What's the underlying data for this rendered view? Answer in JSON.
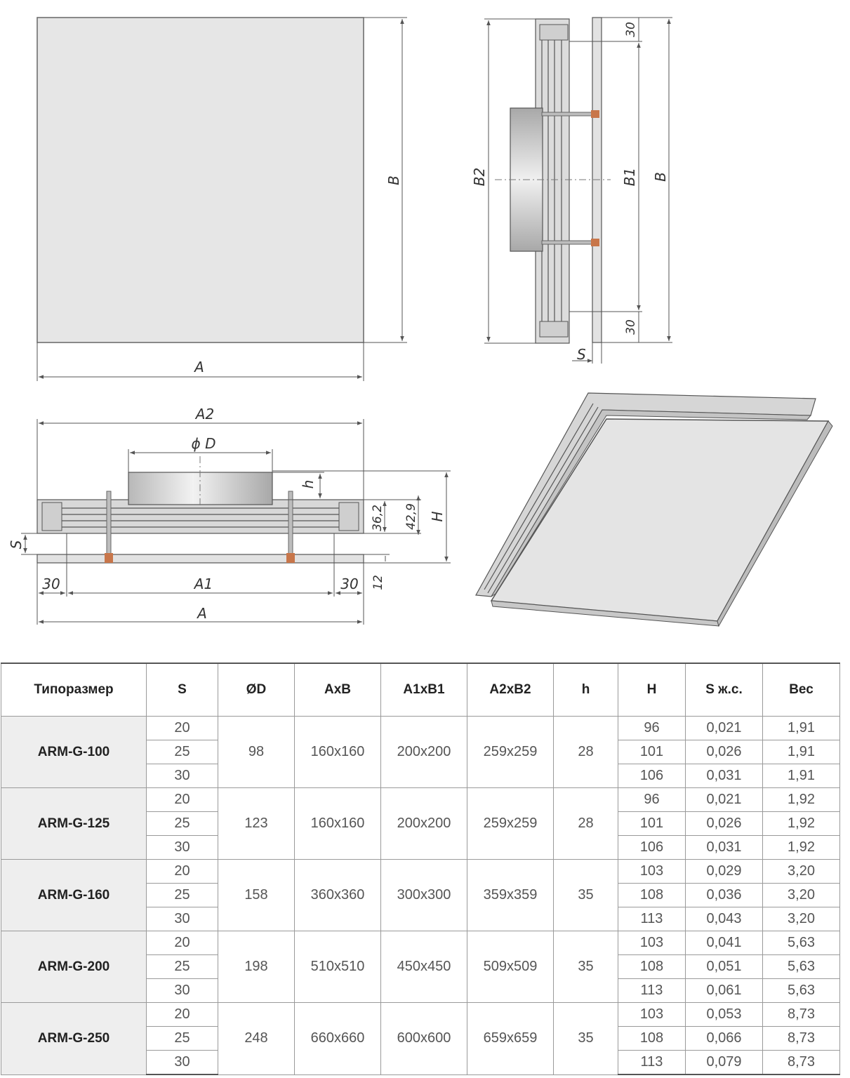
{
  "drawing": {
    "labels": {
      "A": "A",
      "B": "B",
      "A1": "A1",
      "A2": "A2",
      "B1": "B1",
      "B2": "B2",
      "S": "S",
      "H": "H",
      "h": "h",
      "D": "ϕ D",
      "d30": "30",
      "d36": "36,2",
      "d42": "42,9",
      "d12": "12"
    },
    "colors": {
      "panel": "#e6e6e6",
      "frame": "#d8d8d8",
      "copper": "#c8764a",
      "line": "#555555"
    }
  },
  "table": {
    "headers": [
      "Типоразмер",
      "S",
      "ØD",
      "AxB",
      "A1xB1",
      "A2xB2",
      "h",
      "H",
      "S ж.с.",
      "Вес"
    ],
    "models": [
      {
        "name": "ARM-G-100",
        "d": "98",
        "ab": "160x160",
        "a1b1": "200x200",
        "a2b2": "259x259",
        "h": "28",
        "rows": [
          {
            "s": "20",
            "H": "96",
            "sjs": "0,021",
            "w": "1,91"
          },
          {
            "s": "25",
            "H": "101",
            "sjs": "0,026",
            "w": "1,91"
          },
          {
            "s": "30",
            "H": "106",
            "sjs": "0,031",
            "w": "1,91"
          }
        ]
      },
      {
        "name": "ARM-G-125",
        "d": "123",
        "ab": "160x160",
        "a1b1": "200x200",
        "a2b2": "259x259",
        "h": "28",
        "rows": [
          {
            "s": "20",
            "H": "96",
            "sjs": "0,021",
            "w": "1,92"
          },
          {
            "s": "25",
            "H": "101",
            "sjs": "0,026",
            "w": "1,92"
          },
          {
            "s": "30",
            "H": "106",
            "sjs": "0,031",
            "w": "1,92"
          }
        ]
      },
      {
        "name": "ARM-G-160",
        "d": "158",
        "ab": "360x360",
        "a1b1": "300x300",
        "a2b2": "359x359",
        "h": "35",
        "rows": [
          {
            "s": "20",
            "H": "103",
            "sjs": "0,029",
            "w": "3,20"
          },
          {
            "s": "25",
            "H": "108",
            "sjs": "0,036",
            "w": "3,20"
          },
          {
            "s": "30",
            "H": "113",
            "sjs": "0,043",
            "w": "3,20"
          }
        ]
      },
      {
        "name": "ARM-G-200",
        "d": "198",
        "ab": "510x510",
        "a1b1": "450x450",
        "a2b2": "509x509",
        "h": "35",
        "rows": [
          {
            "s": "20",
            "H": "103",
            "sjs": "0,041",
            "w": "5,63"
          },
          {
            "s": "25",
            "H": "108",
            "sjs": "0,051",
            "w": "5,63"
          },
          {
            "s": "30",
            "H": "113",
            "sjs": "0,061",
            "w": "5,63"
          }
        ]
      },
      {
        "name": "ARM-G-250",
        "d": "248",
        "ab": "660x660",
        "a1b1": "600x600",
        "a2b2": "659x659",
        "h": "35",
        "rows": [
          {
            "s": "20",
            "H": "103",
            "sjs": "0,053",
            "w": "8,73"
          },
          {
            "s": "25",
            "H": "108",
            "sjs": "0,066",
            "w": "8,73"
          },
          {
            "s": "30",
            "H": "113",
            "sjs": "0,079",
            "w": "8,73"
          }
        ]
      }
    ]
  }
}
